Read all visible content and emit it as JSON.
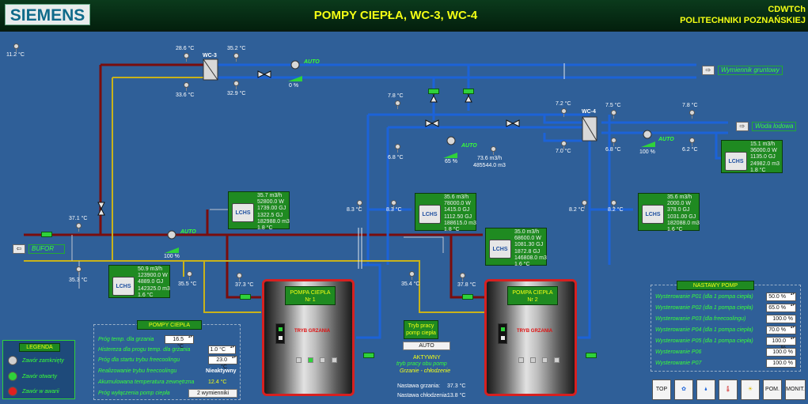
{
  "header": {
    "logo": "SIEMENS",
    "title": "POMPY CIEPŁA, WC-3, WC-4",
    "org_line1": "CDWTCh",
    "org_line2": "POLITECHNIKI POZNAŃSKIEJ"
  },
  "temps": {
    "outdoor": "11.2 °C",
    "wc3_in_top": "28.6 °C",
    "wc3_out_top": "35.2 °C",
    "wc3_in_bot": "33.6 °C",
    "wc3_out_bot": "32.9 °C",
    "mid_7_8": "7.8 °C",
    "mid_6_8": "6.8 °C",
    "wc4_in_top": "7.2 °C",
    "wc4_out_top": "7.5 °C",
    "wc4_in_bot": "7.0 °C",
    "wc4_out_bot": "6.8 °C",
    "right_7_8": "7.8 °C",
    "right_6_2": "6.2 °C",
    "bufor_in": "37.1 °C",
    "bufor_out": "35.3 °C",
    "pump1_in": "35.5 °C",
    "pump1_out": "37.3 °C",
    "pump2_in": "35.4 °C",
    "pump2_out": "37.8 °C",
    "cold1_a": "8.3 °C",
    "cold1_b": "8.3 °C",
    "cold2_a": "8.2 °C",
    "cold2_b": "8.2 °C"
  },
  "flows": {
    "wc3_valve_pct": "0 %",
    "mid_valve_pct": "65 %",
    "mid_flow": "73.6 m3/h",
    "mid_energy": "485544.0 m3",
    "wc4_valve_pct": "100 %",
    "bufor_valve_pct": "100 %",
    "auto": "AUTO"
  },
  "outlets": {
    "ground": "Wymiennik gruntowy",
    "ice": "Woda lodowa",
    "bufor": "BUFOR"
  },
  "meters": {
    "m1": {
      "label": "LCHS",
      "v1": "50.9 m3/h",
      "v2": "123900.0 W",
      "v3": "4889.0 GJ",
      "v4": "142325.0 m3",
      "v5": "1.6 °C"
    },
    "m2": {
      "label": "LCHS",
      "v1": "35.7 m3/h",
      "v2": "52800.0 W",
      "v3": "1739.00 GJ",
      "v4": "1322.5 GJ",
      "v5": "182988.0 m3",
      "v6": "1.8 °C"
    },
    "m3": {
      "label": "LCHS",
      "v1": "35.6 m3/h",
      "v2": "78000.0 W",
      "v3": "1415.0 GJ",
      "v4": "1112.50 GJ",
      "v5": "188615.0 m3",
      "v6": "1.8 °C"
    },
    "m4": {
      "label": "LCHS",
      "v1": "35.6 m3/h",
      "v2": "2000.0 W",
      "v3": "378.0 GJ",
      "v4": "1031.00 GJ",
      "v5": "182088.0 m3",
      "v6": "1.6 °C"
    },
    "m5": {
      "label": "LCHS",
      "v1": "35.0 m3/h",
      "v2": "68600.0 W",
      "v3": "1081.30 GJ",
      "v4": "1872.8 GJ",
      "v5": "146808.0 m3",
      "v6": "1.6 °C"
    },
    "m6": {
      "label": "LCHS",
      "v1": "15.1 m3/h",
      "v2": "36000.0 W",
      "v3": "1135.0 GJ",
      "v4": "24982.0 m3",
      "v5": "1.8 °C"
    }
  },
  "pumps": {
    "p1": {
      "title1": "POMPA CIEPŁA",
      "title2": "Nr 1",
      "mode": "TRYB GRZANIA"
    },
    "p2": {
      "title1": "POMPA CIEPŁA",
      "title2": "Nr 2",
      "mode": "TRYB GRZANIA"
    }
  },
  "pompy_panel": {
    "title": "POMPY CIEPŁA",
    "r1_label": "Próg temp. dla grzania",
    "r1_value": "16.5 °C",
    "r2_label": "Histereza dla progu temp. dla grzania",
    "r2_value": "1.0 °C",
    "r3_label": "Próg dla startu trybu freecoolingu",
    "r3_value": "23.0 °C",
    "r4_label": "Realizowanie trybu freecoolingu",
    "r4_value": "Nieaktywny",
    "r5_label": "Akumulowana temperatura zewnętrzna",
    "r5_value": "12.4 °C",
    "r6_label": "Próg wyłączenia pomp ciepła",
    "r6_value": "2 wymienniki"
  },
  "mode_panel": {
    "title1": "Tryb pracy",
    "title2": "pomp ciepła",
    "btn": "AUTO",
    "line1": "AKTYWNY",
    "line2": "tryb pracy obu pomp",
    "line3": "Grzanie - chłodzenie",
    "heat_label": "Nastawa grzania:",
    "heat_value": "37.3 °C",
    "cool_label": "Nastawa chłodzenia:",
    "cool_value": "13.8 °C"
  },
  "nastawy": {
    "title": "NASTAWY POMP",
    "r1_label": "Wysterowanie P01 (dla 1 pompa ciepła)",
    "r1_value": "50.0 %",
    "r2_label": "Wysterowanie P02 (dla 1 pompa ciepła)",
    "r2_value": "65.0 %",
    "r3_label": "Wysterowanie P03 (dla freecoolingu)",
    "r3_value": "100.0 %",
    "r4_label": "Wysterowanie P04 (dla 1 pompa ciepła)",
    "r4_value": "70.0 %",
    "r5_label": "Wysterowanie P05 (dla 1 pompa ciepła)",
    "r5_value": "100.0 %",
    "r6_label": "Wysterowanie P06",
    "r6_value": "100.0 %",
    "r7_label": "Wysterowanie P07",
    "r7_value": "100.0 %"
  },
  "legend": {
    "title": "LEGENDA",
    "closed": "Zawór zamknięty",
    "open": "Zawór otwarty",
    "failure": "Zawór w awarii"
  },
  "nav": {
    "top": "TOP",
    "pom": "POM.",
    "monit": "MONIT."
  }
}
